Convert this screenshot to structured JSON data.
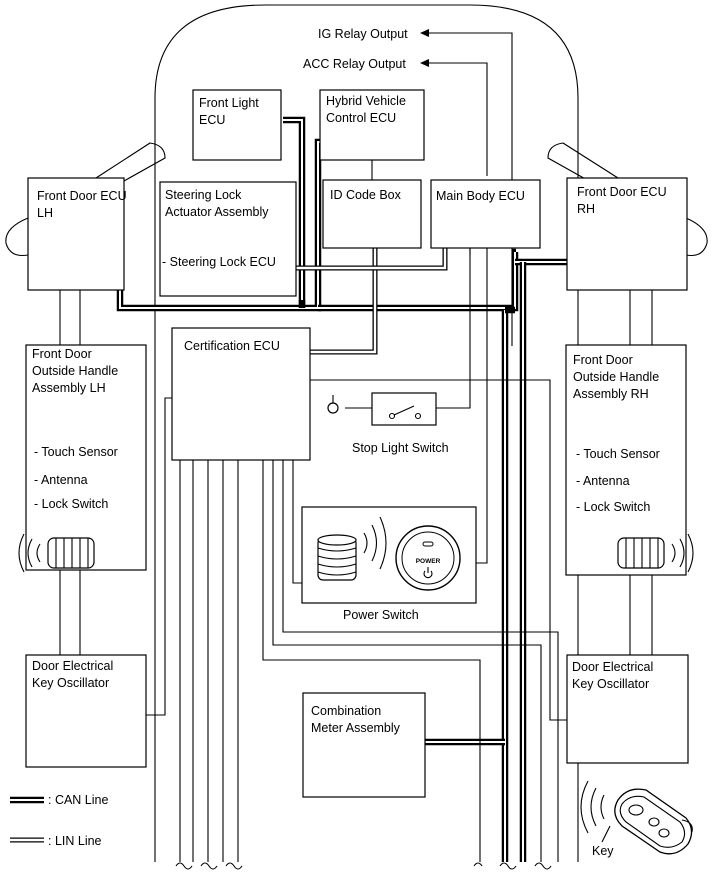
{
  "outputs": {
    "ig_relay": "IG Relay Output",
    "acc_relay": "ACC Relay Output"
  },
  "components": {
    "front_light_ecu": [
      "Front Light",
      "ECU"
    ],
    "hybrid_vehicle_control_ecu": [
      "Hybrid Vehicle",
      "Control ECU"
    ],
    "front_door_ecu_lh": [
      "Front Door ECU",
      "LH"
    ],
    "steering_lock_actuator": [
      "Steering Lock",
      "Actuator Assembly"
    ],
    "steering_lock_ecu": "- Steering Lock ECU",
    "id_code_box": "ID Code Box",
    "main_body_ecu": "Main Body ECU",
    "front_door_ecu_rh": [
      "Front Door ECU",
      "RH"
    ],
    "certification_ecu": "Certification ECU",
    "stop_light_switch": "Stop Light Switch",
    "handle_lh": [
      "Front Door",
      "Outside Handle",
      "Assembly LH"
    ],
    "handle_rh": [
      "Front Door",
      "Outside Handle",
      "Assembly RH"
    ],
    "handle_items": [
      "- Touch Sensor",
      "- Antenna",
      "- Lock Switch"
    ],
    "power_switch": "Power Switch",
    "power_button_text": "POWER",
    "door_oscillator_lh": [
      "Door Electrical",
      "Key Oscillator"
    ],
    "door_oscillator_rh": [
      "Door Electrical",
      "Key Oscillator"
    ],
    "combination_meter": [
      "Combination",
      "Meter Assembly"
    ],
    "key": "Key"
  },
  "legend": {
    "can_line": ": CAN Line",
    "lin_line": ": LIN Line"
  }
}
